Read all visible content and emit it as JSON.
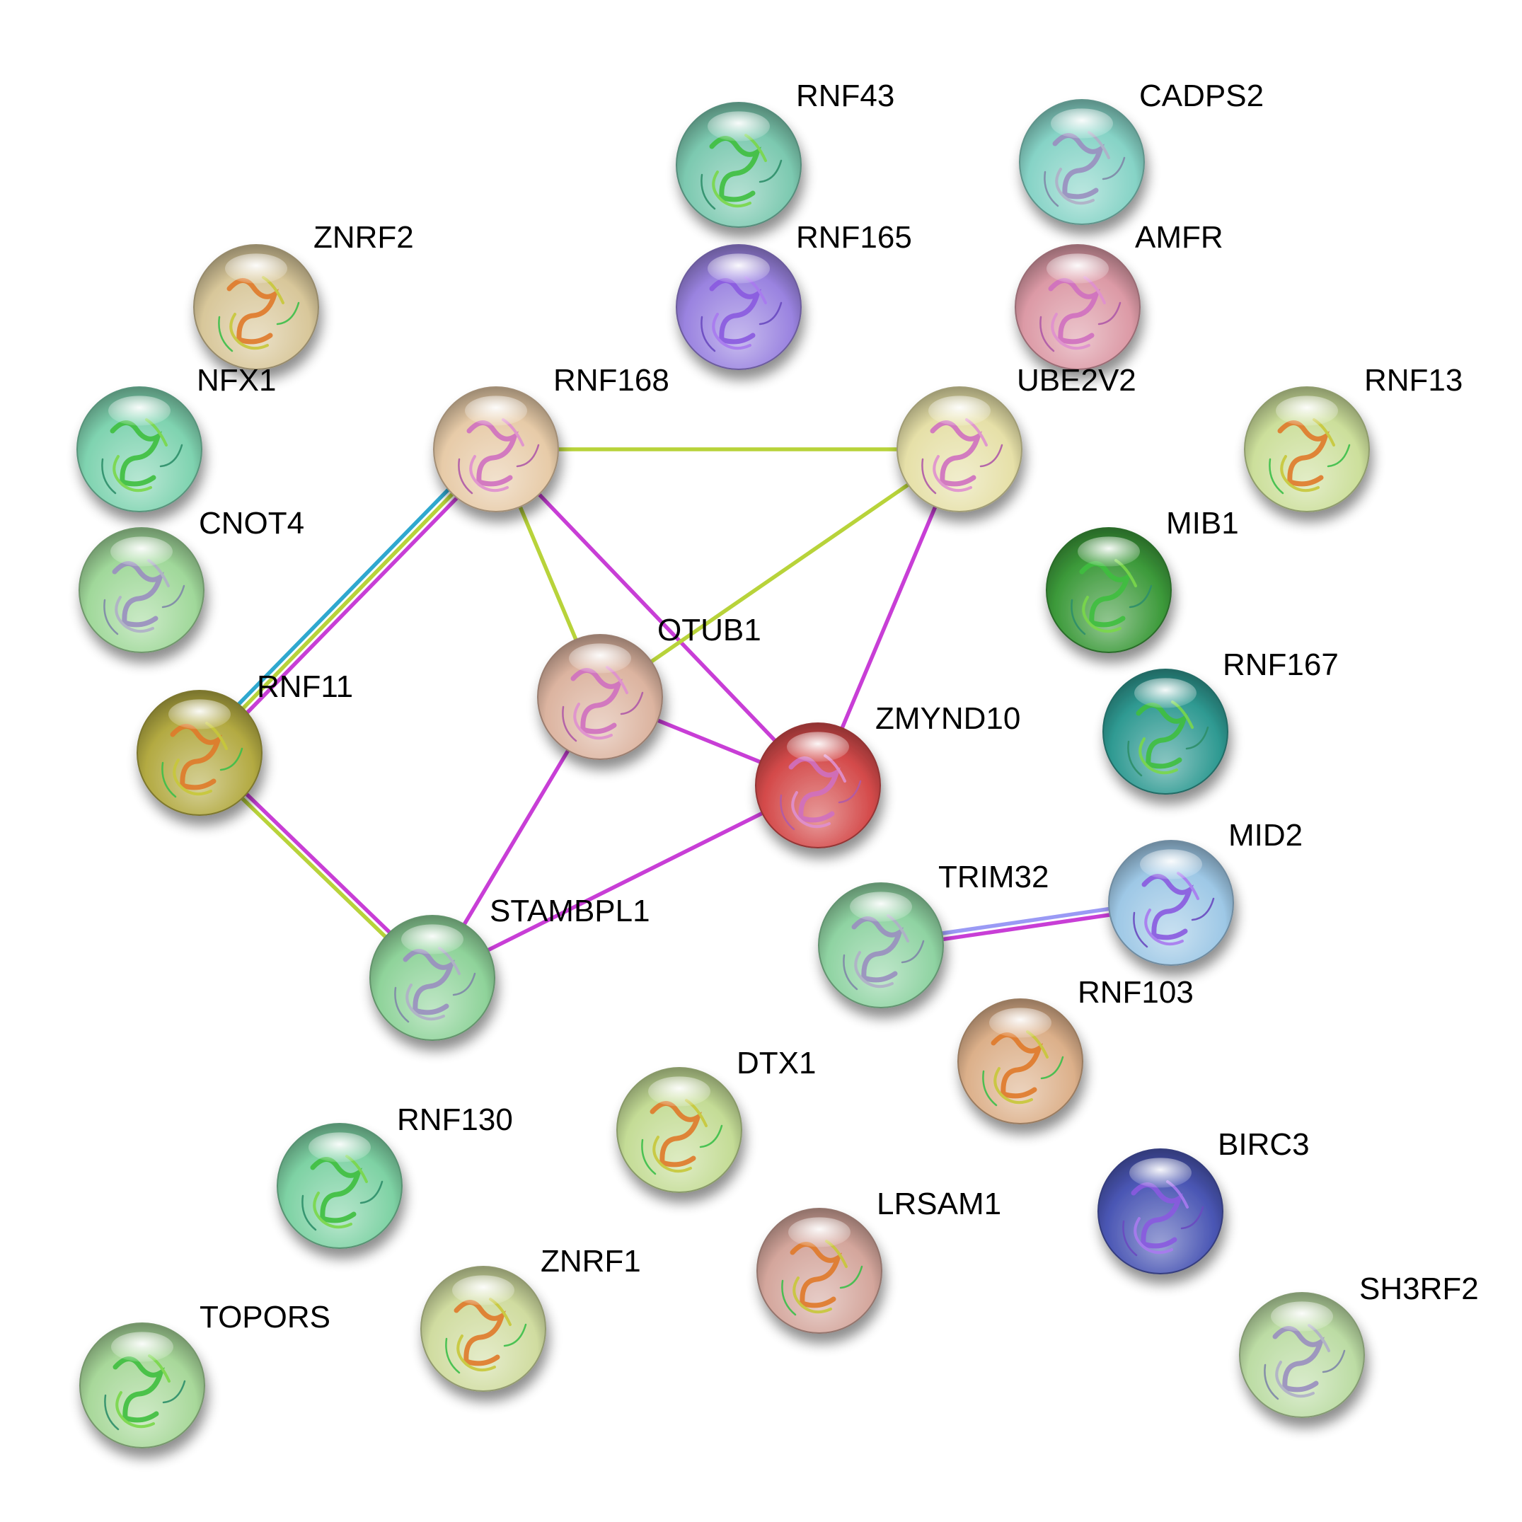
{
  "network": {
    "edge_colors": {
      "coexpression": "#b8d33a",
      "experimental": "#c83ed6",
      "database": "#2fa8cf",
      "homology": "#9a9af5"
    },
    "nodes": [
      {
        "id": "RNF43",
        "label": "RNF43",
        "color": "#7cc9b0",
        "structure": "ribbon-green"
      },
      {
        "id": "CADPS2",
        "label": "CADPS2",
        "color": "#86d3c6",
        "structure": "ribbon-grey"
      },
      {
        "id": "ZNRF2",
        "label": "ZNRF2",
        "color": "#d8c79a",
        "structure": "ribbon-rainbow"
      },
      {
        "id": "RNF165",
        "label": "RNF165",
        "color": "#9a83e0",
        "structure": "ribbon-purple"
      },
      {
        "id": "AMFR",
        "label": "AMFR",
        "color": "#dc9aa6",
        "structure": "helix-pink"
      },
      {
        "id": "NFX1",
        "label": "NFX1",
        "color": "#7fd3b0",
        "structure": "ribbon-green"
      },
      {
        "id": "RNF168",
        "label": "RNF168",
        "color": "#e7cba8",
        "structure": "helix-pink"
      },
      {
        "id": "UBE2V2",
        "label": "UBE2V2",
        "color": "#e6e0a8",
        "structure": "helix-pink"
      },
      {
        "id": "RNF13",
        "label": "RNF13",
        "color": "#ccdf9b",
        "structure": "ribbon-rainbow"
      },
      {
        "id": "CNOT4",
        "label": "CNOT4",
        "color": "#a0d89a",
        "structure": "ribbon-grey"
      },
      {
        "id": "MIB1",
        "label": "MIB1",
        "color": "#3c9a3a",
        "structure": "ribbon-green"
      },
      {
        "id": "OTUB1",
        "label": "OTUB1",
        "color": "#dcb4a0",
        "structure": "helix-pink"
      },
      {
        "id": "RNF11",
        "label": "RNF11",
        "color": "#b3aa42",
        "structure": "ribbon-rainbow"
      },
      {
        "id": "RNF167",
        "label": "RNF167",
        "color": "#2f9a92",
        "structure": "ribbon-green"
      },
      {
        "id": "ZMYND10",
        "label": "ZMYND10",
        "color": "#d44a4a",
        "structure": "helix-pink"
      },
      {
        "id": "MID2",
        "label": "MID2",
        "color": "#9ec8e6",
        "structure": "ribbon-purple"
      },
      {
        "id": "TRIM32",
        "label": "TRIM32",
        "color": "#8fd3a2",
        "structure": "ribbon-grey"
      },
      {
        "id": "STAMBPL1",
        "label": "STAMBPL1",
        "color": "#8fd39a",
        "structure": "ribbon-grey"
      },
      {
        "id": "RNF103",
        "label": "RNF103",
        "color": "#dcb08a",
        "structure": "ribbon-rainbow"
      },
      {
        "id": "DTX1",
        "label": "DTX1",
        "color": "#c4dc96",
        "structure": "ribbon-rainbow"
      },
      {
        "id": "RNF130",
        "label": "RNF130",
        "color": "#7ed2a4",
        "structure": "ribbon-green"
      },
      {
        "id": "BIRC3",
        "label": "BIRC3",
        "color": "#4a56b4",
        "structure": "ribbon-purple"
      },
      {
        "id": "LRSAM1",
        "label": "LRSAM1",
        "color": "#d4a69c",
        "structure": "ribbon-rainbow"
      },
      {
        "id": "ZNRF1",
        "label": "ZNRF1",
        "color": "#d0dca0",
        "structure": "ribbon-rainbow"
      },
      {
        "id": "SH3RF2",
        "label": "SH3RF2",
        "color": "#bcdca4",
        "structure": "ribbon-grey"
      },
      {
        "id": "TOPORS",
        "label": "TOPORS",
        "color": "#a8d89a",
        "structure": "ribbon-green"
      }
    ],
    "edges": [
      {
        "source": "RNF168",
        "target": "UBE2V2",
        "evidence": [
          "coexpression"
        ]
      },
      {
        "source": "RNF168",
        "target": "OTUB1",
        "evidence": [
          "coexpression"
        ]
      },
      {
        "source": "RNF168",
        "target": "ZMYND10",
        "evidence": [
          "experimental"
        ]
      },
      {
        "source": "RNF168",
        "target": "RNF11",
        "evidence": [
          "experimental",
          "coexpression",
          "database"
        ]
      },
      {
        "source": "UBE2V2",
        "target": "OTUB1",
        "evidence": [
          "coexpression"
        ]
      },
      {
        "source": "UBE2V2",
        "target": "ZMYND10",
        "evidence": [
          "experimental"
        ]
      },
      {
        "source": "OTUB1",
        "target": "ZMYND10",
        "evidence": [
          "experimental"
        ]
      },
      {
        "source": "OTUB1",
        "target": "STAMBPL1",
        "evidence": [
          "experimental"
        ]
      },
      {
        "source": "ZMYND10",
        "target": "STAMBPL1",
        "evidence": [
          "experimental"
        ]
      },
      {
        "source": "RNF11",
        "target": "STAMBPL1",
        "evidence": [
          "experimental",
          "coexpression"
        ]
      },
      {
        "source": "TRIM32",
        "target": "MID2",
        "evidence": [
          "homology",
          "experimental"
        ]
      }
    ]
  }
}
